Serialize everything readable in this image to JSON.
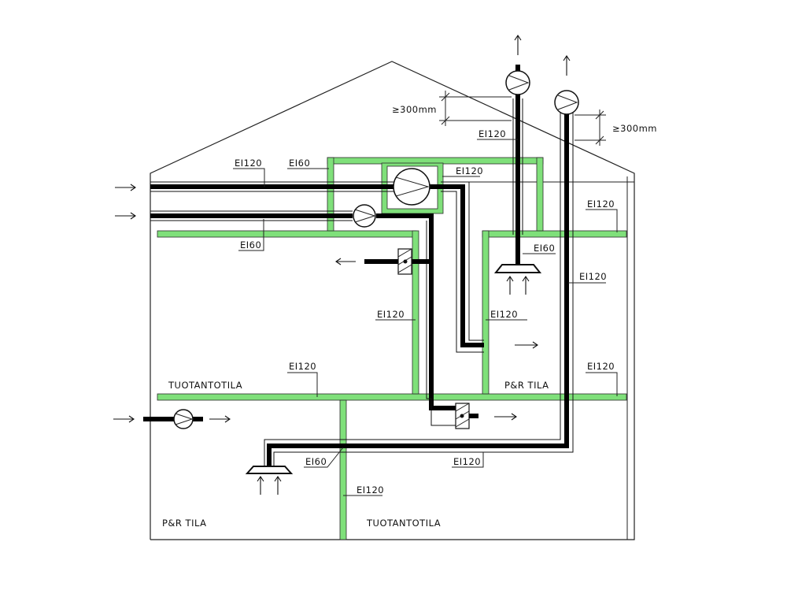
{
  "labels": {
    "ei120": "EI120",
    "ei60": "EI60",
    "clearance": "≥300mm",
    "room_production": "TUOTANTOTILA",
    "room_pr": "P&R TILA"
  },
  "colors": {
    "fire_compartment": "#7fe07a",
    "duct": "#000000"
  },
  "icons": [
    "fan-icon",
    "fire-damper-icon",
    "supply-hood-icon",
    "arrow-icon"
  ]
}
